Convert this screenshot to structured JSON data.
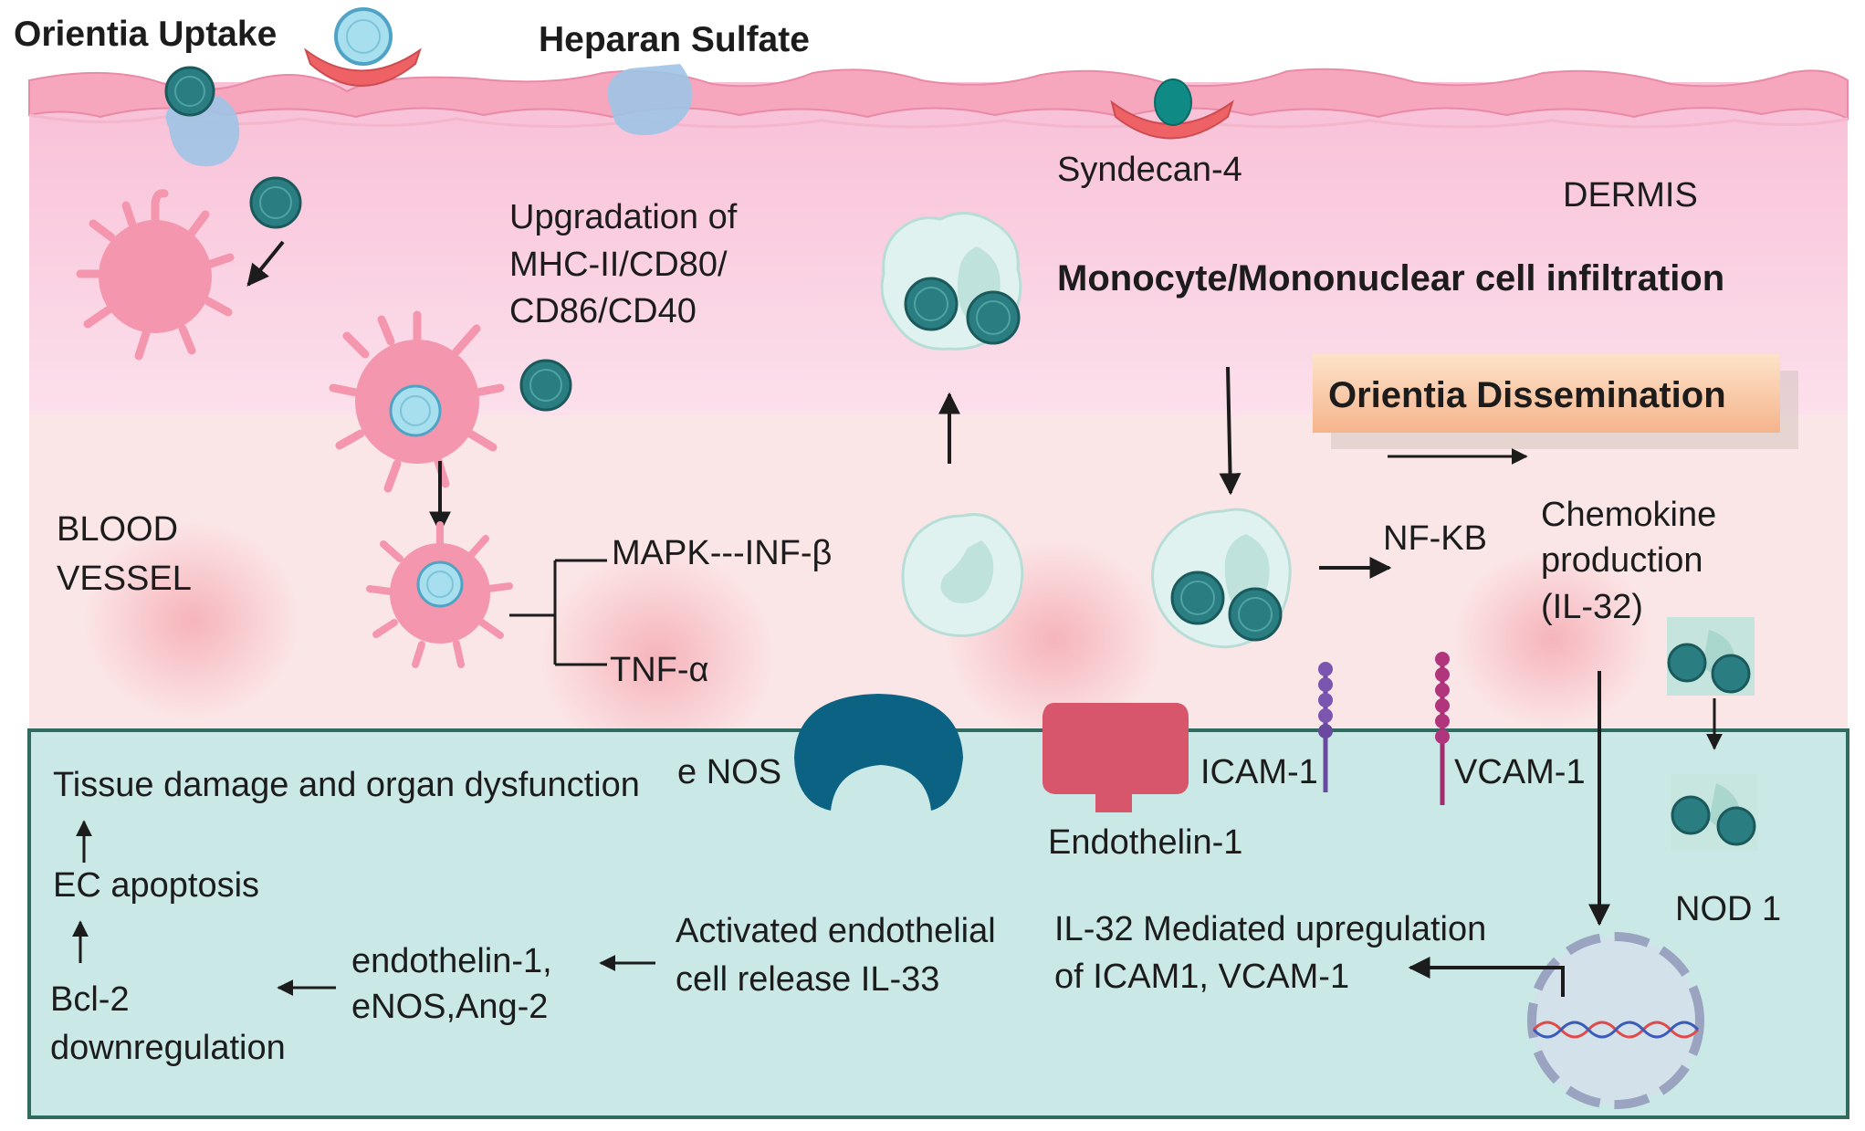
{
  "labels": {
    "orientia_uptake": "Orientia Uptake",
    "heparan_sulfate": "Heparan Sulfate",
    "syndecan4": "Syndecan-4",
    "dermis": "DERMIS",
    "upgradation_1": "Upgradation of",
    "upgradation_2": "MHC-II/CD80/",
    "upgradation_3": "CD86/CD40",
    "monocyte_infiltration": "Monocyte/Mononuclear cell infiltration",
    "orientia_dissemination": "Orientia Dissemination",
    "blood_vessel_1": "BLOOD",
    "blood_vessel_2": "VESSEL",
    "mapk_inf": "MAPK---INF-β",
    "tnf": "TNF-α",
    "nfkb": "NF-KB",
    "chemokine_1": "Chemokine",
    "chemokine_2": "production",
    "chemokine_3": "(IL-32)",
    "enos": "e NOS",
    "icam1": "ICAM-1",
    "vcam1": "VCAM-1",
    "endothelin1": "Endothelin-1",
    "nod1": "NOD 1",
    "tissue_damage": "Tissue damage and organ dysfunction",
    "ec_apoptosis": "EC apoptosis",
    "bcl2_1": "Bcl-2",
    "bcl2_2": "downregulation",
    "endothelin_list_1": "endothelin-1,",
    "endothelin_list_2": "eNOS,Ang-2",
    "activated_ec_1": "Activated endothelial",
    "activated_ec_2": "cell release IL-33",
    "il32_mediated_1": "IL-32 Mediated upregulation",
    "il32_mediated_2": "of ICAM1, VCAM-1"
  },
  "colors": {
    "dermis_pink": "#fbd2e4",
    "vessel_pink": "#fbe5e6",
    "endothelium_teal": "#c9e8e6",
    "endothelium_border": "#2f6b5f",
    "skin_top": "#f6a9bf",
    "dendritic_cell": "#f497ae",
    "orientia_dark": "#2a7d80",
    "orientia_light": "#a8dfee",
    "heparan_blue": "#9fc4e6",
    "syndecan_red": "#ee6266",
    "enos_blue": "#0c6283",
    "endothelin_red": "#d8566b",
    "monocyte_teal": "#dff2ef",
    "dissemination_box": "#f9c9a8"
  }
}
